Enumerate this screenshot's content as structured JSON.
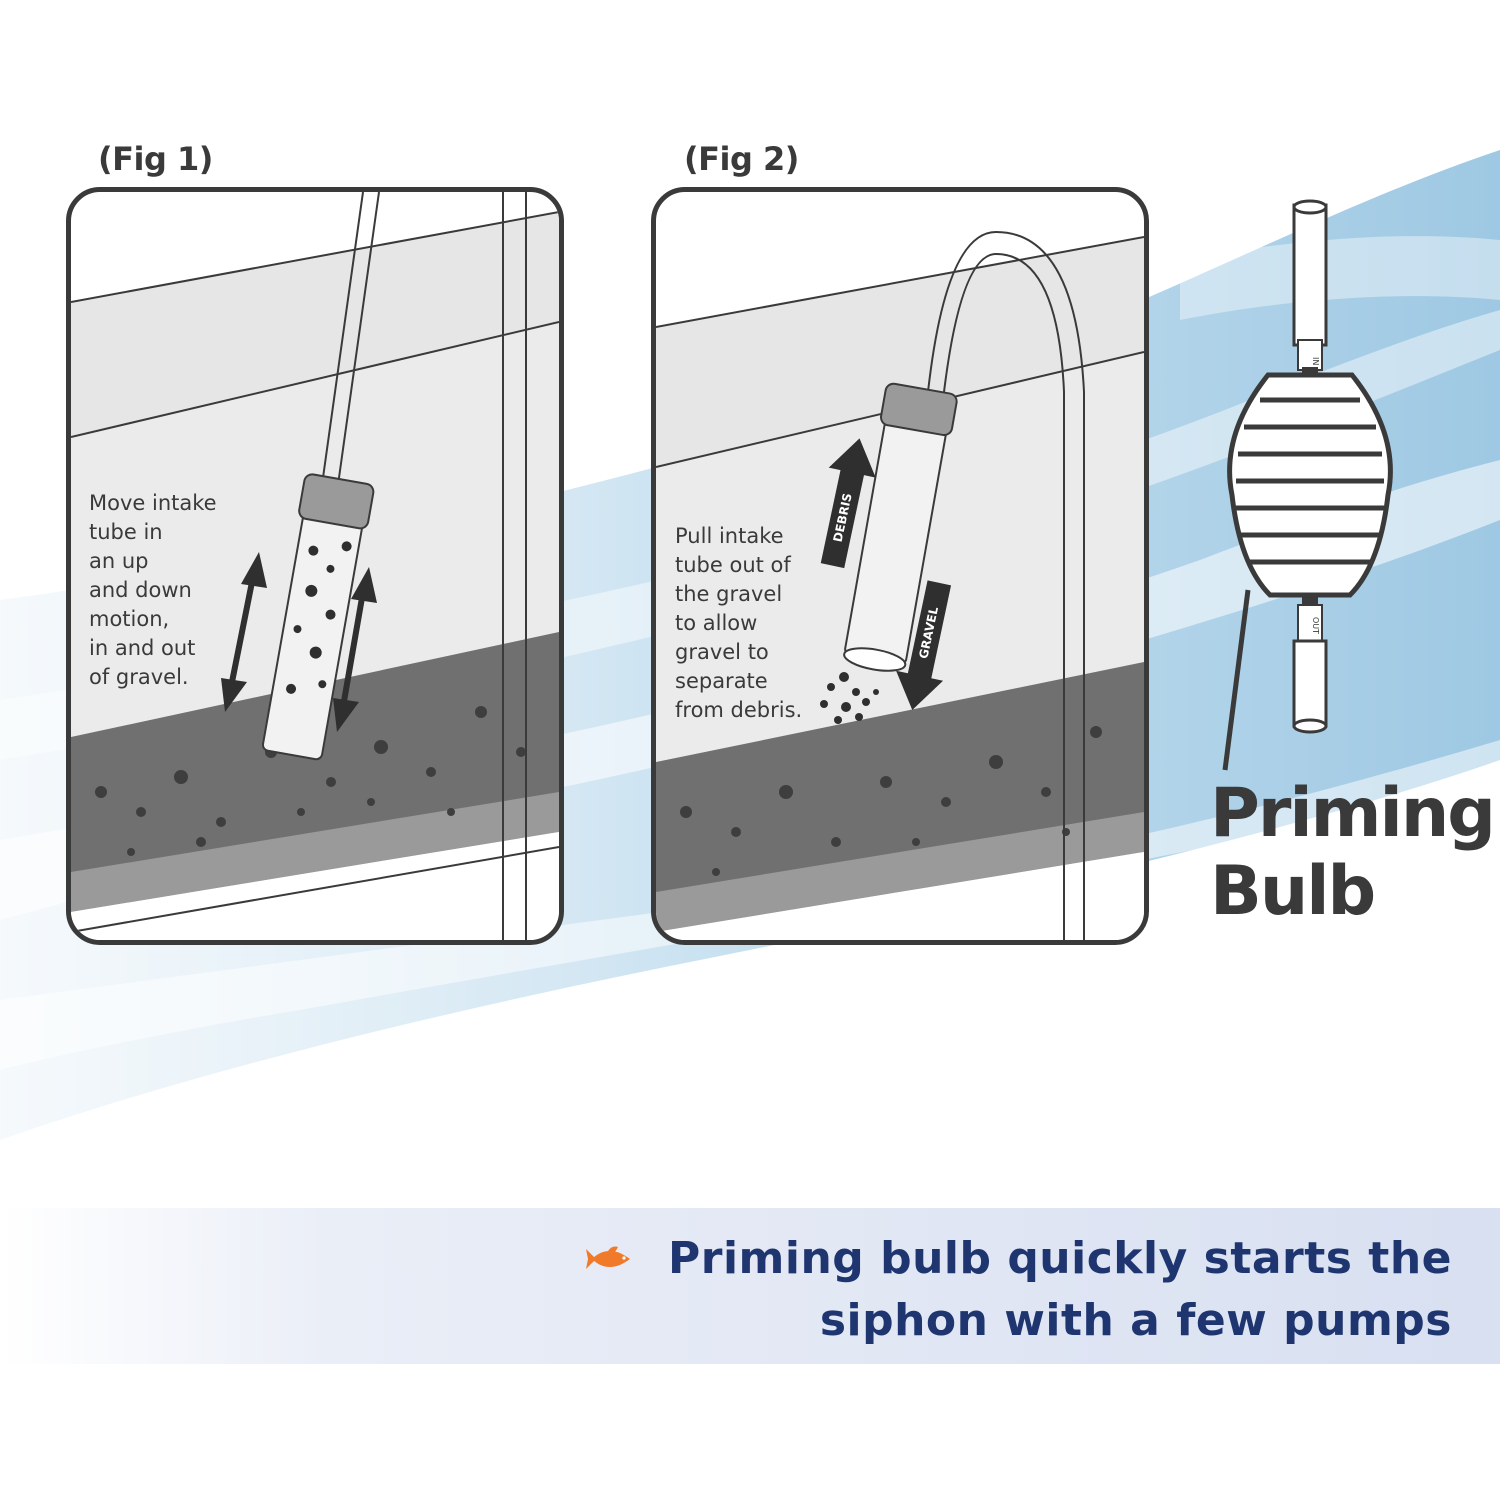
{
  "figures": [
    {
      "label": "(Fig 1)",
      "instruction": "Move intake\ntube in\nan up\nand down\nmotion,\nin and out\nof gravel."
    },
    {
      "label": "(Fig 2)",
      "instruction": "Pull intake\ntube out of\nthe gravel\nto allow\ngravel to\nseparate\nfrom debris.",
      "arrow_labels": {
        "up": "DEBRIS",
        "down": "GRAVEL"
      }
    }
  ],
  "bulb": {
    "title": "Priming\nBulb",
    "direction_marks": [
      "IN",
      "OUT"
    ]
  },
  "caption": {
    "text": "Priming bulb quickly starts the\nsiphon with a few pumps"
  },
  "colors": {
    "outline": "#3a3a3a",
    "caption_text": "#1e3570",
    "water_blue": "#a9cfe6",
    "fish_orange": "#f07a2a"
  },
  "icons": [
    "fish-icon",
    "double-arrow-icon",
    "debris-arrow-icon",
    "gravel-arrow-icon",
    "priming-bulb-icon"
  ]
}
